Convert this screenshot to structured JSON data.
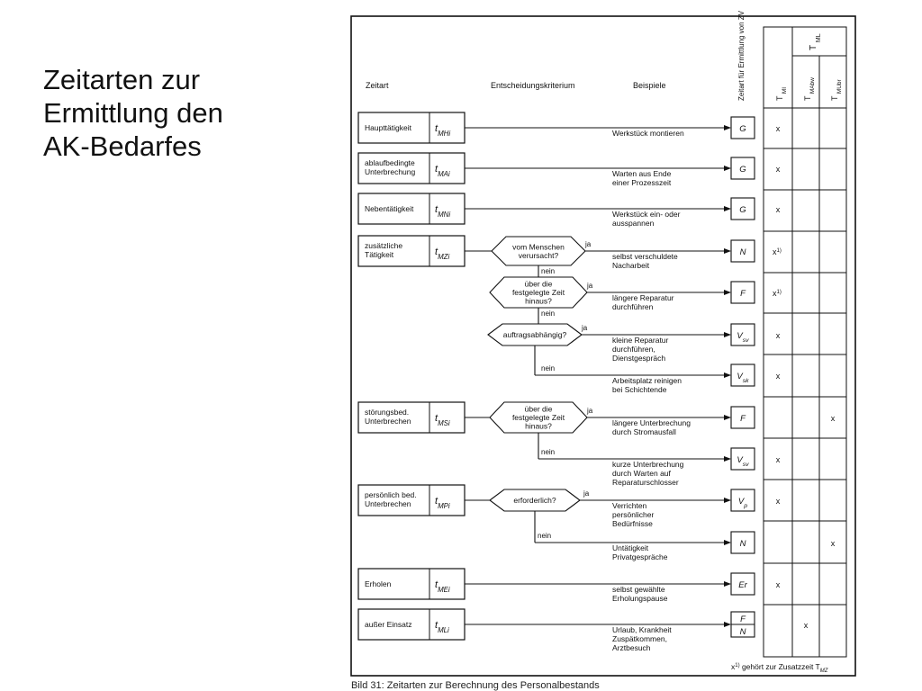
{
  "slide": {
    "title_lines": [
      "Zeitarten zur",
      "Ermittlung den",
      "AK-Bedarfes"
    ]
  },
  "headers": {
    "zeitart": "Zeitart",
    "kriterium": "Entscheidungskriterium",
    "beispiele": "Beispiele",
    "zeitart_zv": "Zeitart für Ermittlung von ZV",
    "t_ml": "T ML",
    "t_mi": "T MI",
    "t_mabw": "T MAbw",
    "t_mubr": "T MUbr"
  },
  "zeitarten": [
    {
      "name": [
        "Haupttätigkeit"
      ],
      "symbol": "tMHi"
    },
    {
      "name": [
        "ablaufbedingte",
        "Unterbrechung"
      ],
      "symbol": "tMAi"
    },
    {
      "name": [
        "Nebentätigkeit"
      ],
      "symbol": "tMNi"
    },
    {
      "name": [
        "zusätzliche",
        "Tätigkeit"
      ],
      "symbol": "tMZi"
    },
    {
      "name": [
        "störungsbed.",
        "Unterbrechen"
      ],
      "symbol": "tMSi"
    },
    {
      "name": [
        "persönlich bed.",
        "Unterbrechen"
      ],
      "symbol": "tMPi"
    },
    {
      "name": [
        "Erholen"
      ],
      "symbol": "tMEi"
    },
    {
      "name": [
        "außer Einsatz"
      ],
      "symbol": "tMLi"
    }
  ],
  "decisions": [
    {
      "lines": [
        "vom Menschen",
        "verursacht?"
      ]
    },
    {
      "lines": [
        "über die",
        "festgelegte Zeit",
        "hinaus?"
      ]
    },
    {
      "lines": [
        "auftragsabhängig?"
      ]
    },
    {
      "lines": [
        "über die",
        "festgelegte Zeit",
        "hinaus?"
      ]
    },
    {
      "lines": [
        "erforderlich?"
      ]
    }
  ],
  "branch_labels": {
    "ja": "ja",
    "nein": "nein"
  },
  "examples": [
    [
      "Werkstück montieren"
    ],
    [
      "Warten aus Ende",
      "einer Prozesszeit"
    ],
    [
      "Werkstück ein- oder",
      "ausspannen"
    ],
    [
      "selbst verschuldete",
      "Nacharbeit"
    ],
    [
      "längere Reparatur",
      "durchführen"
    ],
    [
      "kleine Reparatur",
      "durchführen,",
      "Dienstgespräch"
    ],
    [
      "Arbeitsplatz reinigen",
      "bei Schichtende"
    ],
    [
      "längere Unterbrechung",
      "durch Stromausfall"
    ],
    [
      "kurze Unterbrechung",
      "durch Warten auf",
      "Reparaturschlosser"
    ],
    [
      "Verrichten",
      "persönlicher",
      "Bedürfnisse"
    ],
    [
      "Untätigkeit",
      "Privatgespräche"
    ],
    [
      "selbst gewählte",
      "Erholungspause"
    ],
    [
      "Urlaub, Krankheit",
      "Zuspätkommen,",
      "Arztbesuch"
    ]
  ],
  "result_codes": [
    "G",
    "G",
    "G",
    "N",
    "F",
    "Vsv",
    "Vsk",
    "F",
    "Vsv",
    "Vp",
    "N",
    "Er",
    "F/N"
  ],
  "marks": [
    [
      "x",
      "",
      ""
    ],
    [
      "x",
      "",
      ""
    ],
    [
      "x",
      "",
      ""
    ],
    [
      "x1)",
      "",
      ""
    ],
    [
      "x1)",
      "",
      ""
    ],
    [
      "x",
      "",
      ""
    ],
    [
      "x",
      "",
      ""
    ],
    [
      "",
      "",
      "x"
    ],
    [
      "x",
      "",
      ""
    ],
    [
      "x",
      "",
      ""
    ],
    [
      "",
      "",
      "x"
    ],
    [
      "x",
      "",
      ""
    ],
    [
      "",
      "x",
      ""
    ]
  ],
  "footnote": "x1) gehört zur Zusatzzeit TMZ",
  "caption": "Bild 31: Zeitarten zur Berechnung des Personalbestands"
}
